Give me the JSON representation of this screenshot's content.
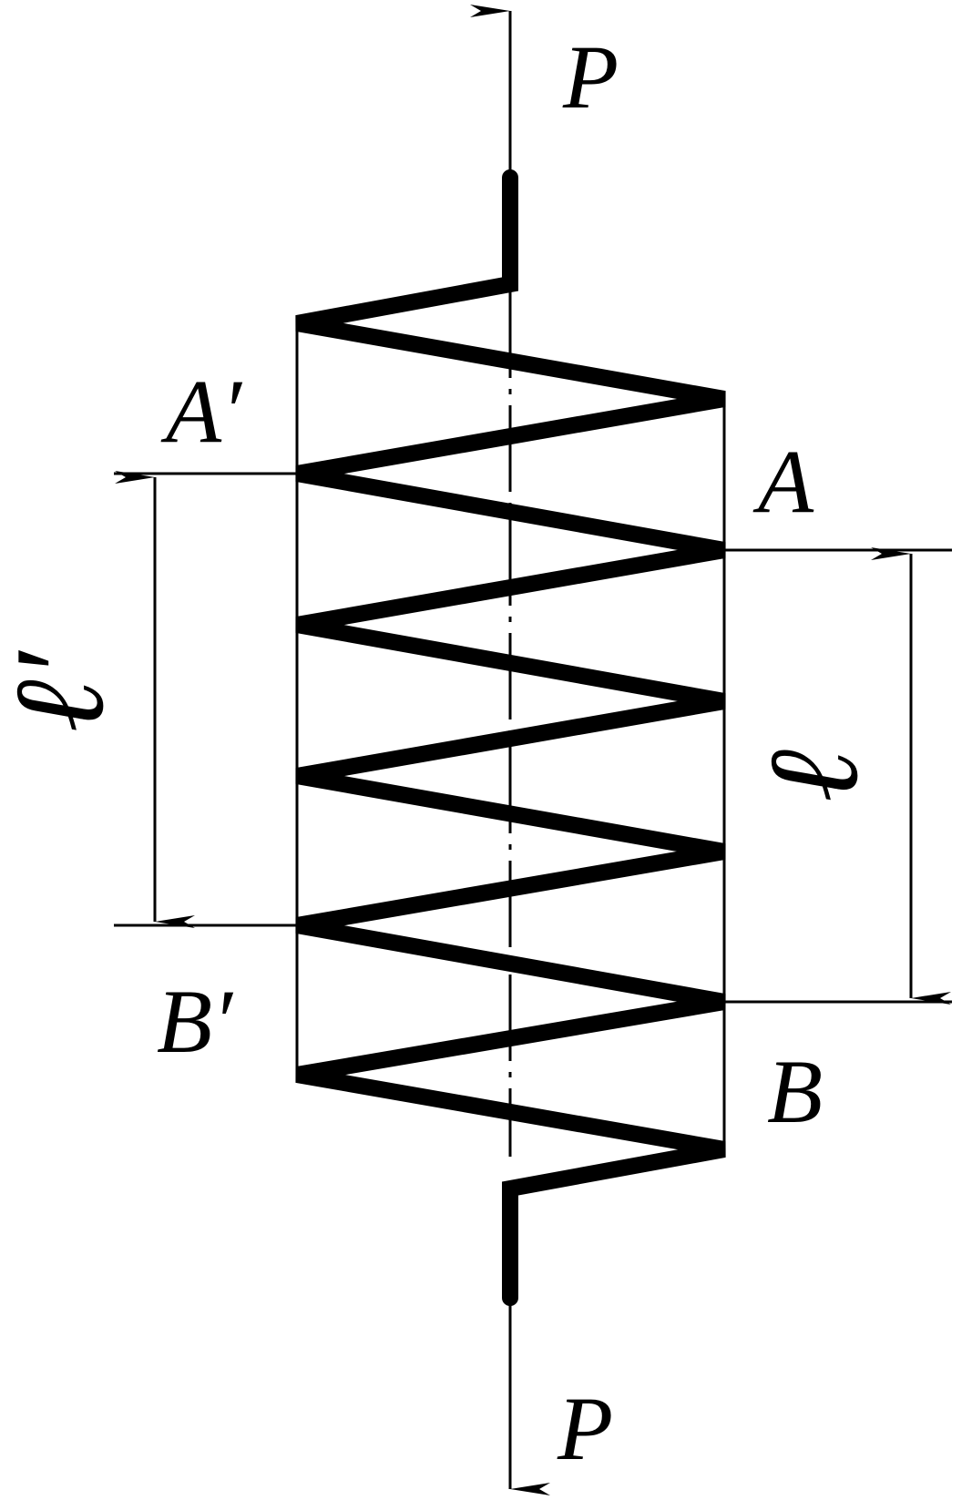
{
  "labels": {
    "force_top": "P",
    "force_bottom": "P",
    "point_a": "A",
    "point_b": "B",
    "point_a_prime": "A′",
    "point_b_prime": "B′",
    "length": "ℓ",
    "length_prime": "ℓ′"
  },
  "colors": {
    "ink": "#000000",
    "background": "#ffffff"
  }
}
